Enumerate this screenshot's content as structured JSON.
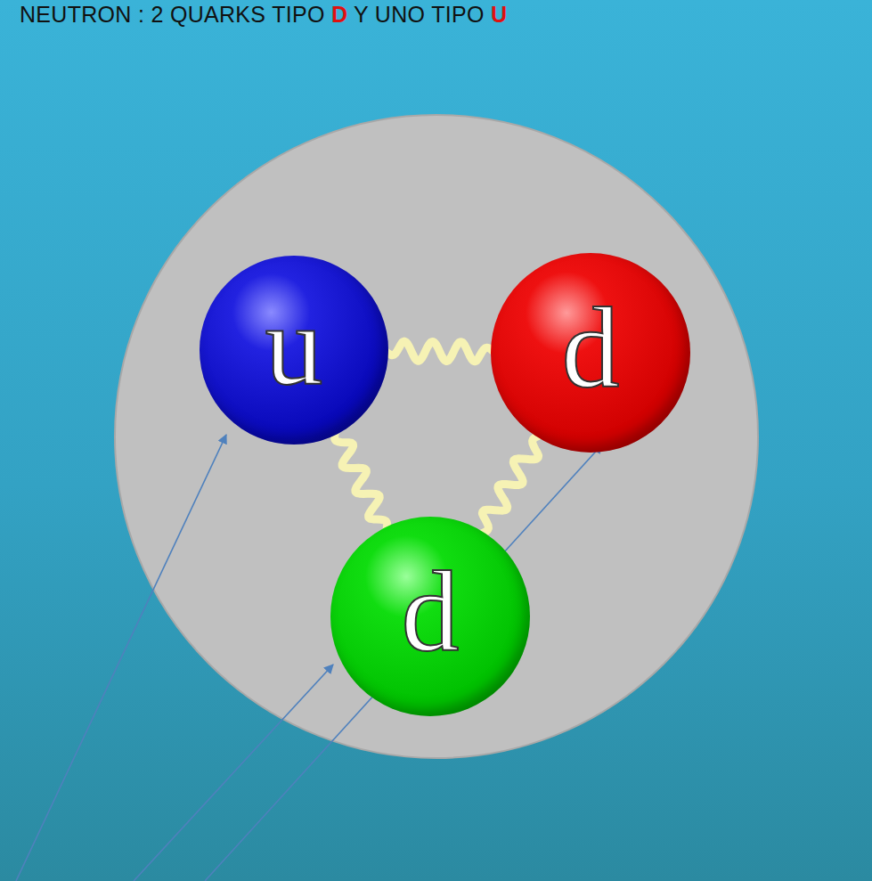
{
  "diagram": {
    "title": "NEUTRON : 2 QUARKS TIPO D Y UNO TIPO U",
    "nodes": [
      {
        "text": [
          "u"
        ]
      },
      {
        "text": [
          "d"
        ]
      },
      {
        "text": [
          "d"
        ]
      }
    ],
    "edges": [
      {
        "from": 0,
        "to": 1,
        "arrow": "none"
      },
      {
        "from": 0,
        "to": 2,
        "arrow": "none"
      },
      {
        "from": 1,
        "to": 2,
        "arrow": "none"
      }
    ]
  }
}
